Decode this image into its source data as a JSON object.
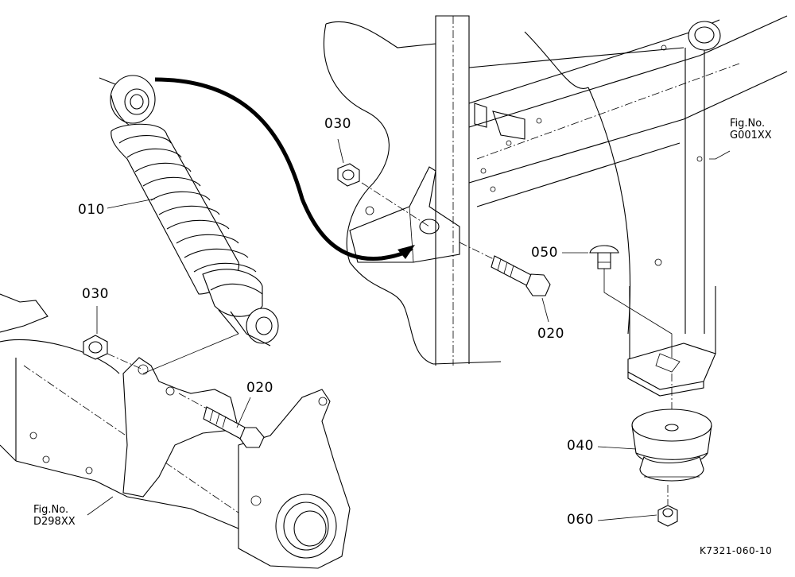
{
  "callouts": {
    "p010": "010",
    "p020_upper": "020",
    "p020_lower": "020",
    "p030_upper": "030",
    "p030_lower": "030",
    "p040": "040",
    "p050": "050",
    "p060": "060"
  },
  "figure_refs": {
    "upper": {
      "line1": "Fig.No.",
      "line2": "G001XX"
    },
    "lower": {
      "line1": "Fig.No.",
      "line2": "D298XX"
    }
  },
  "drawing_code": "K7321-060-10"
}
